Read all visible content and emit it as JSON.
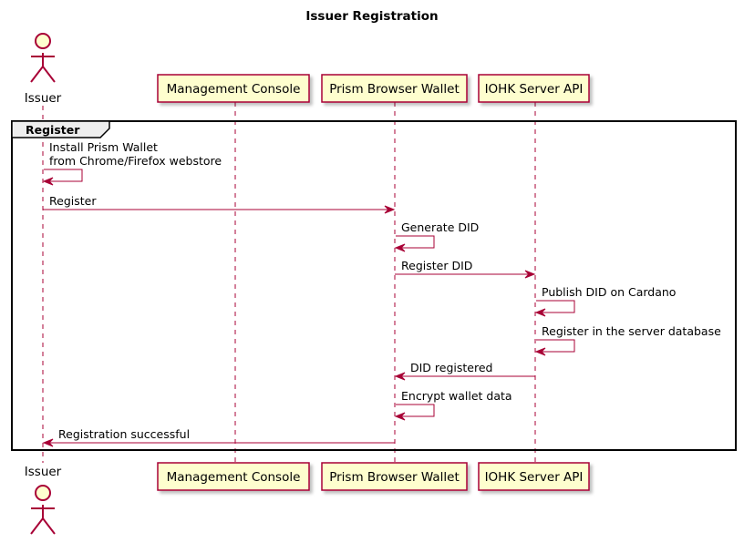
{
  "title": "Issuer Registration",
  "colors": {
    "participant_fill": "#FEFECE",
    "participant_border": "#A80036",
    "arrow": "#A80036",
    "lifeline": "#A80036",
    "frame": "#000000"
  },
  "participants": [
    {
      "id": "issuer",
      "label": "Issuer",
      "kind": "actor"
    },
    {
      "id": "console",
      "label": "Management Console",
      "kind": "box"
    },
    {
      "id": "wallet",
      "label": "Prism Browser Wallet",
      "kind": "box"
    },
    {
      "id": "api",
      "label": "IOHK Server API",
      "kind": "box"
    }
  ],
  "frame": {
    "label": "Register"
  },
  "messages": [
    {
      "from": "issuer",
      "to": "issuer",
      "lines": [
        "Install Prism Wallet",
        " from Chrome/Firefox webstore"
      ]
    },
    {
      "from": "issuer",
      "to": "wallet",
      "lines": [
        "Register"
      ]
    },
    {
      "from": "wallet",
      "to": "wallet",
      "lines": [
        "Generate DID"
      ]
    },
    {
      "from": "wallet",
      "to": "api",
      "lines": [
        "Register DID"
      ]
    },
    {
      "from": "api",
      "to": "api",
      "lines": [
        "Publish DID on Cardano"
      ]
    },
    {
      "from": "api",
      "to": "api",
      "lines": [
        "Register in the server database"
      ]
    },
    {
      "from": "api",
      "to": "wallet",
      "lines": [
        "DID registered"
      ]
    },
    {
      "from": "wallet",
      "to": "wallet",
      "lines": [
        "Encrypt wallet data"
      ]
    },
    {
      "from": "wallet",
      "to": "issuer",
      "lines": [
        "Registration successful"
      ]
    }
  ]
}
